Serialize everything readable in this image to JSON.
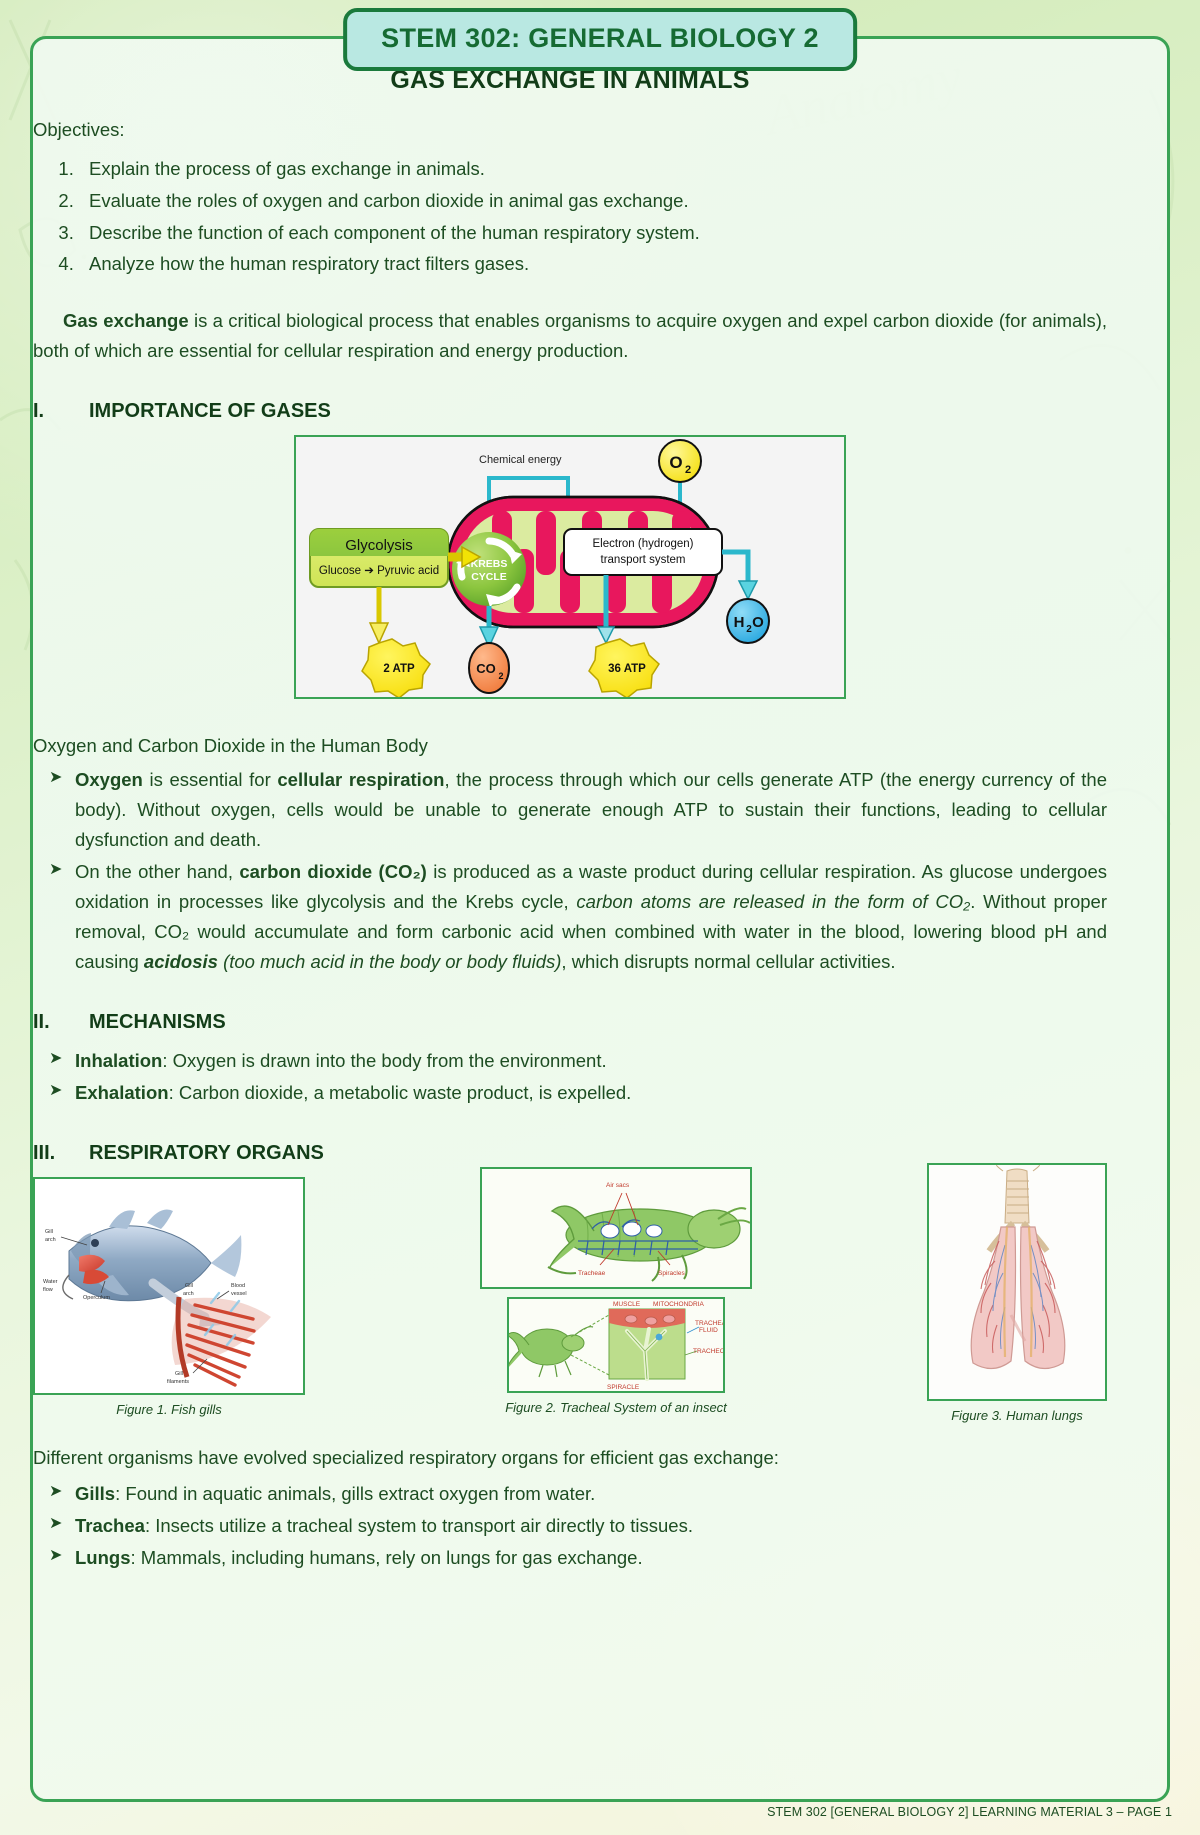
{
  "course_pill": {
    "label": "STEM 302: GENERAL BIOLOGY 2"
  },
  "doc_title": "GAS EXCHANGE IN ANIMALS",
  "objectives": {
    "heading": "Objectives:",
    "items": [
      "Explain the process of gas exchange in animals.",
      "Evaluate the roles of oxygen and carbon dioxide in animal gas exchange.",
      "Describe the function of each component of the human respiratory system.",
      "Analyze how the human respiratory tract filters gases."
    ]
  },
  "intro": {
    "bold_lead": "Gas exchange",
    "rest": " is a critical biological process that enables organisms to acquire oxygen and expel carbon dioxide (for animals), both of which are essential for cellular respiration and energy production."
  },
  "sections": {
    "importance": {
      "num": "I.",
      "title": "IMPORTANCE OF GASES"
    },
    "mechanisms": {
      "num": "II.",
      "title": "MECHANISMS"
    },
    "respiratory_organs": {
      "num": "III.",
      "title": "RESPIRATORY ORGANS"
    }
  },
  "cell_respiration_figure": {
    "chemical_energy": "Chemical energy",
    "glycolysis_title": "Glycolysis",
    "glycolysis_sub": "Glucose ➔ Pyruvic acid",
    "krebs_line1": "KREBS",
    "krebs_line2": "CYCLE",
    "ets_line1": "Electron (hydrogen)",
    "ets_line2": "transport system",
    "oxygen_badge": "O",
    "oxygen_sub": "2",
    "water_badge": "H",
    "water_sub": "2",
    "water_tail": "O",
    "atp2": "2 ATP",
    "co2": "CO",
    "co2_sub": "2",
    "atp36": "36 ATP"
  },
  "human_body": {
    "heading": "Oxygen and Carbon Dioxide in the Human Body",
    "bullet1": {
      "b1": "Oxygen",
      "t1": " is essential for ",
      "b2": "cellular respiration",
      "t2": ", the process through which our cells generate ATP (the energy currency of the body). Without oxygen, cells would be unable to generate enough ATP to sustain their functions, leading to cellular dysfunction and death."
    },
    "bullet2": {
      "t1": "On the other hand, ",
      "b1": "carbon dioxide (CO₂)",
      "t2": " is produced as a waste product during cellular respiration. As glucose undergoes oxidation in processes like glycolysis and the Krebs cycle, ",
      "i1": "carbon atoms are released in the form of CO₂",
      "t3": ". Without proper removal, CO₂ would accumulate and form carbonic acid when combined with water in the blood, lowering blood pH and causing ",
      "b2": "acidosis",
      "i2": " (too much acid in the body or body fluids)",
      "t4": ", which disrupts normal cellular activities."
    }
  },
  "mechanisms": {
    "items": [
      {
        "bold": "Inhalation",
        "text": ": Oxygen is drawn into the body from the environment."
      },
      {
        "bold": "Exhalation",
        "text": ": Carbon dioxide, a metabolic waste product, is expelled."
      }
    ]
  },
  "figures": [
    {
      "caption": "Figure 1. Fish gills",
      "labels": [
        "Gill arch",
        "Water flow",
        "Operculum",
        "Gill arch",
        "Blood vessel",
        "Gill filaments"
      ]
    },
    {
      "caption": "Figure 2. Tracheal System of an insect",
      "labels": [
        "Air sacs",
        "Tracheae",
        "Spiracles",
        "MUSCLE",
        "MITOCHONDRIA",
        "TRACHEAL FLUID",
        "TRACHEOLE",
        "Spiracle"
      ]
    },
    {
      "caption": "Figure 3. Human lungs",
      "labels": []
    }
  ],
  "organs": {
    "intro": "Different organisms have evolved specialized respiratory organs for efficient gas exchange:",
    "items": [
      {
        "bold": "Gills",
        "text": ": Found in aquatic animals, gills extract oxygen from water."
      },
      {
        "bold": "Trachea",
        "text": ": Insects utilize a tracheal system to transport air directly to tissues."
      },
      {
        "bold": "Lungs",
        "text": ": Mammals, including humans, rely on lungs for gas exchange."
      }
    ]
  },
  "footer": {
    "text": "STEM 302 [GENERAL BIOLOGY 2] LEARNING MATERIAL 3 – PAGE 1"
  },
  "colors": {
    "page_border": "#3aa355",
    "pill_border": "#1a7a3c",
    "pill_fill": "#b9e8e2",
    "heading_text": "#123d18",
    "body_text": "#1d4d22",
    "mito_magenta": "#e8175d",
    "mito_matrix": "#dbeba0",
    "glycolysis_top": "#8cc63f",
    "glycolysis_bottom": "#d7e86a",
    "krebs_green": "#7dc243",
    "arrow_cyan": "#2bb8cc",
    "arrow_yellow": "#f2e205",
    "atp_yellow": "#fbe813",
    "co2_orange": "#f58e5a",
    "h2o_blue": "#39b7ea"
  },
  "icons": {
    "bullet_arrow": "➤"
  }
}
